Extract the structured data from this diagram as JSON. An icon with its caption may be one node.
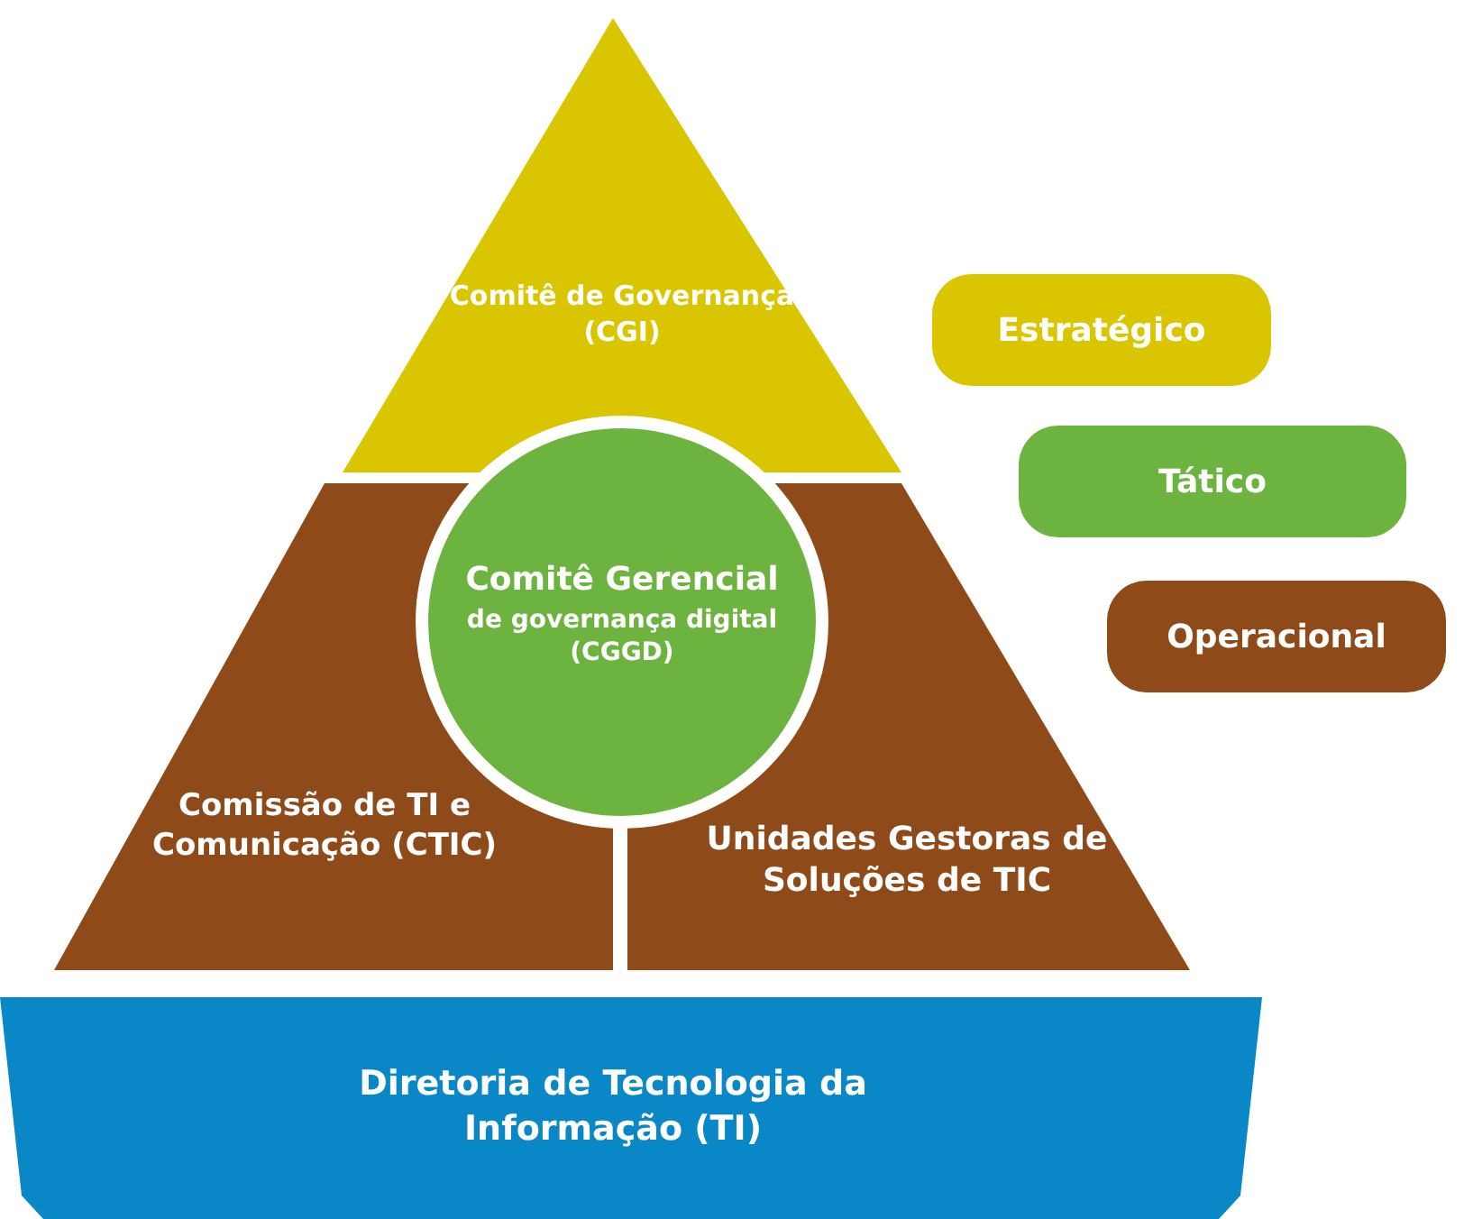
{
  "diagram": {
    "nodes": [
      {
        "text": [
          "Comitê de Governança (CGI)"
        ]
      },
      {
        "text": [
          "Comitê Gerencial",
          "de governança digital (CGGD)"
        ]
      },
      {
        "text": [
          "Comissão de TI e Comunicação (CTIC)"
        ]
      },
      {
        "text": [
          "Unidades Gestoras de Soluções de TIC"
        ]
      },
      {
        "text": [
          "Diretoria de Tecnologia da Informação (TI)"
        ]
      }
    ],
    "edges": [],
    "legend": [
      {
        "text": "Estratégico",
        "color": "#d9c600"
      },
      {
        "text": "Tático",
        "color": "#6db33f"
      },
      {
        "text": "Operacional",
        "color": "#8e4a19"
      }
    ]
  }
}
